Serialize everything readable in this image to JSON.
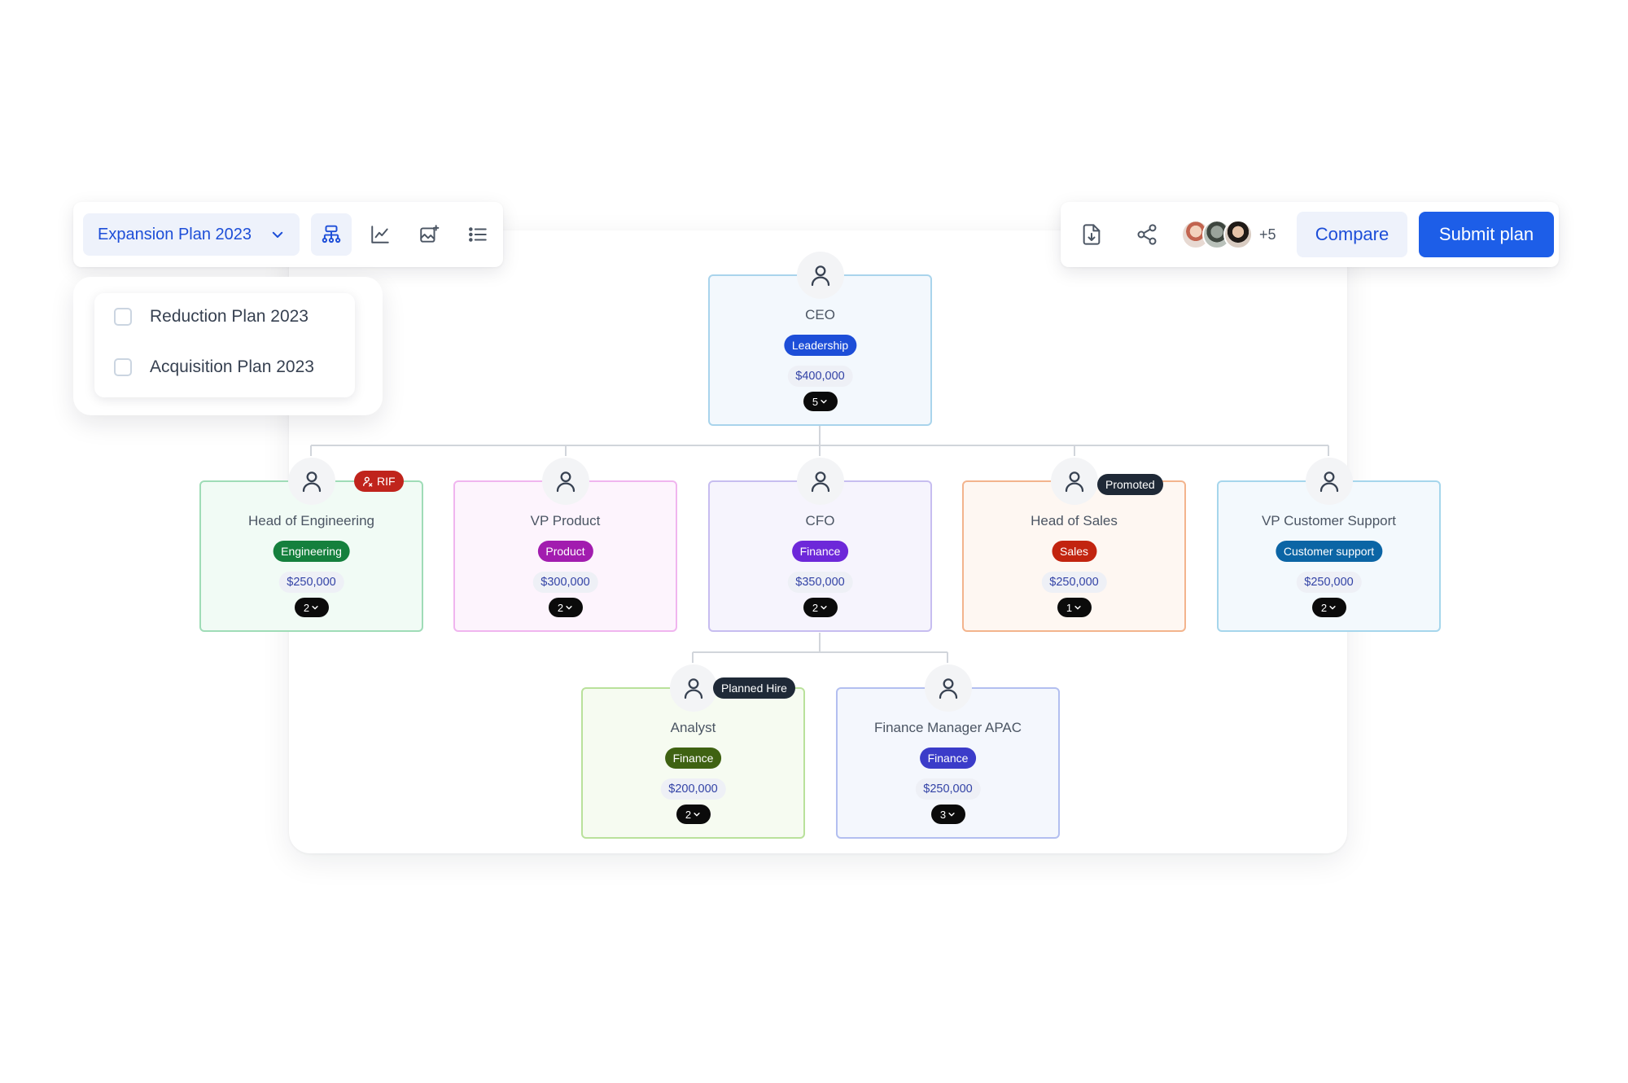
{
  "toolbar": {
    "plan_selector": "Expansion Plan 2023",
    "tools": [
      "org-chart-icon",
      "line-chart-icon",
      "image-sparkle-icon",
      "list-icon"
    ]
  },
  "dropdown": {
    "options": [
      "Reduction Plan 2023",
      "Acquisition Plan 2023"
    ]
  },
  "actions": {
    "more_collaborators": "+5",
    "compare_label": "Compare",
    "submit_label": "Submit plan"
  },
  "org": {
    "ceo": {
      "title": "CEO",
      "tag": "Leadership",
      "salary": "$400,000",
      "count": "5"
    },
    "engineering": {
      "title": "Head of Engineering",
      "tag": "Engineering",
      "salary": "$250,000",
      "count": "2",
      "badge": "RIF"
    },
    "product": {
      "title": "VP Product",
      "tag": "Product",
      "salary": "$300,000",
      "count": "2"
    },
    "cfo": {
      "title": "CFO",
      "tag": "Finance",
      "salary": "$350,000",
      "count": "2"
    },
    "sales": {
      "title": "Head of Sales",
      "tag": "Sales",
      "salary": "$250,000",
      "count": "1",
      "badge": "Promoted"
    },
    "support": {
      "title": "VP Customer Support",
      "tag": "Customer support",
      "salary": "$250,000",
      "count": "2"
    },
    "analyst": {
      "title": "Analyst",
      "tag": "Finance",
      "salary": "$200,000",
      "count": "2",
      "badge": "Planned Hire"
    },
    "fin_apac": {
      "title": "Finance Manager APAC",
      "tag": "Finance",
      "salary": "$250,000",
      "count": "3"
    }
  },
  "colors": {
    "accent": "#1d5ee8",
    "leadership": "#1d4ed8",
    "engineering": "#15803d",
    "product": "#a21caf",
    "finance_purple": "#6d28d9",
    "sales": "#c2240f",
    "customer_support": "#0b65a5",
    "finance_green": "#3f6212",
    "finance_indigo": "#3b3cc9"
  }
}
